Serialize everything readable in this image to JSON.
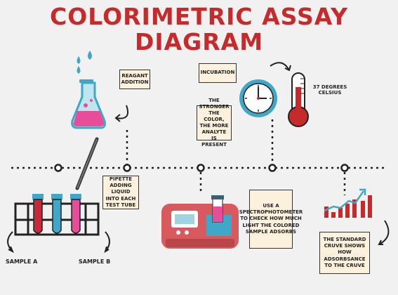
{
  "title": {
    "line1": "COLORIMETRIC ASSAY",
    "line2": "DIAGRAM"
  },
  "notes": {
    "reagent": "REAGANT ADDITION",
    "incubation": "INCUBATION",
    "color": "THE STRONGER THE COLOR, THE MORE ANALYTE IS PRESENT",
    "temperature": "37 DEGREES CELSIUS",
    "pipette": "PIPETTE ADDING LIQUID INTO EACH TEST TUBE",
    "spectro": "USE A SPECTROPHOTOMETER TO CHECK HOW MUCH LIGHT THE COLORED SAMPLE ADSORBS",
    "curve": "THE STANDARD CRUVE SHOWS HOW ADSORBSANCE TO THE CRUVE"
  },
  "labels": {
    "sample_a": "SAMPLE A",
    "sample_b": "SAMPLE B"
  },
  "colors": {
    "title": "#c62a2a",
    "flask": "#3fa8c8",
    "liquid": "#e84d9a",
    "tube_red": "#c62a3a",
    "tube_blue": "#3fa8c8",
    "tube_pink": "#e84d9a",
    "machine": "#d95a5e",
    "clock": "#3fa8c8",
    "chart": "#c62a2a"
  }
}
